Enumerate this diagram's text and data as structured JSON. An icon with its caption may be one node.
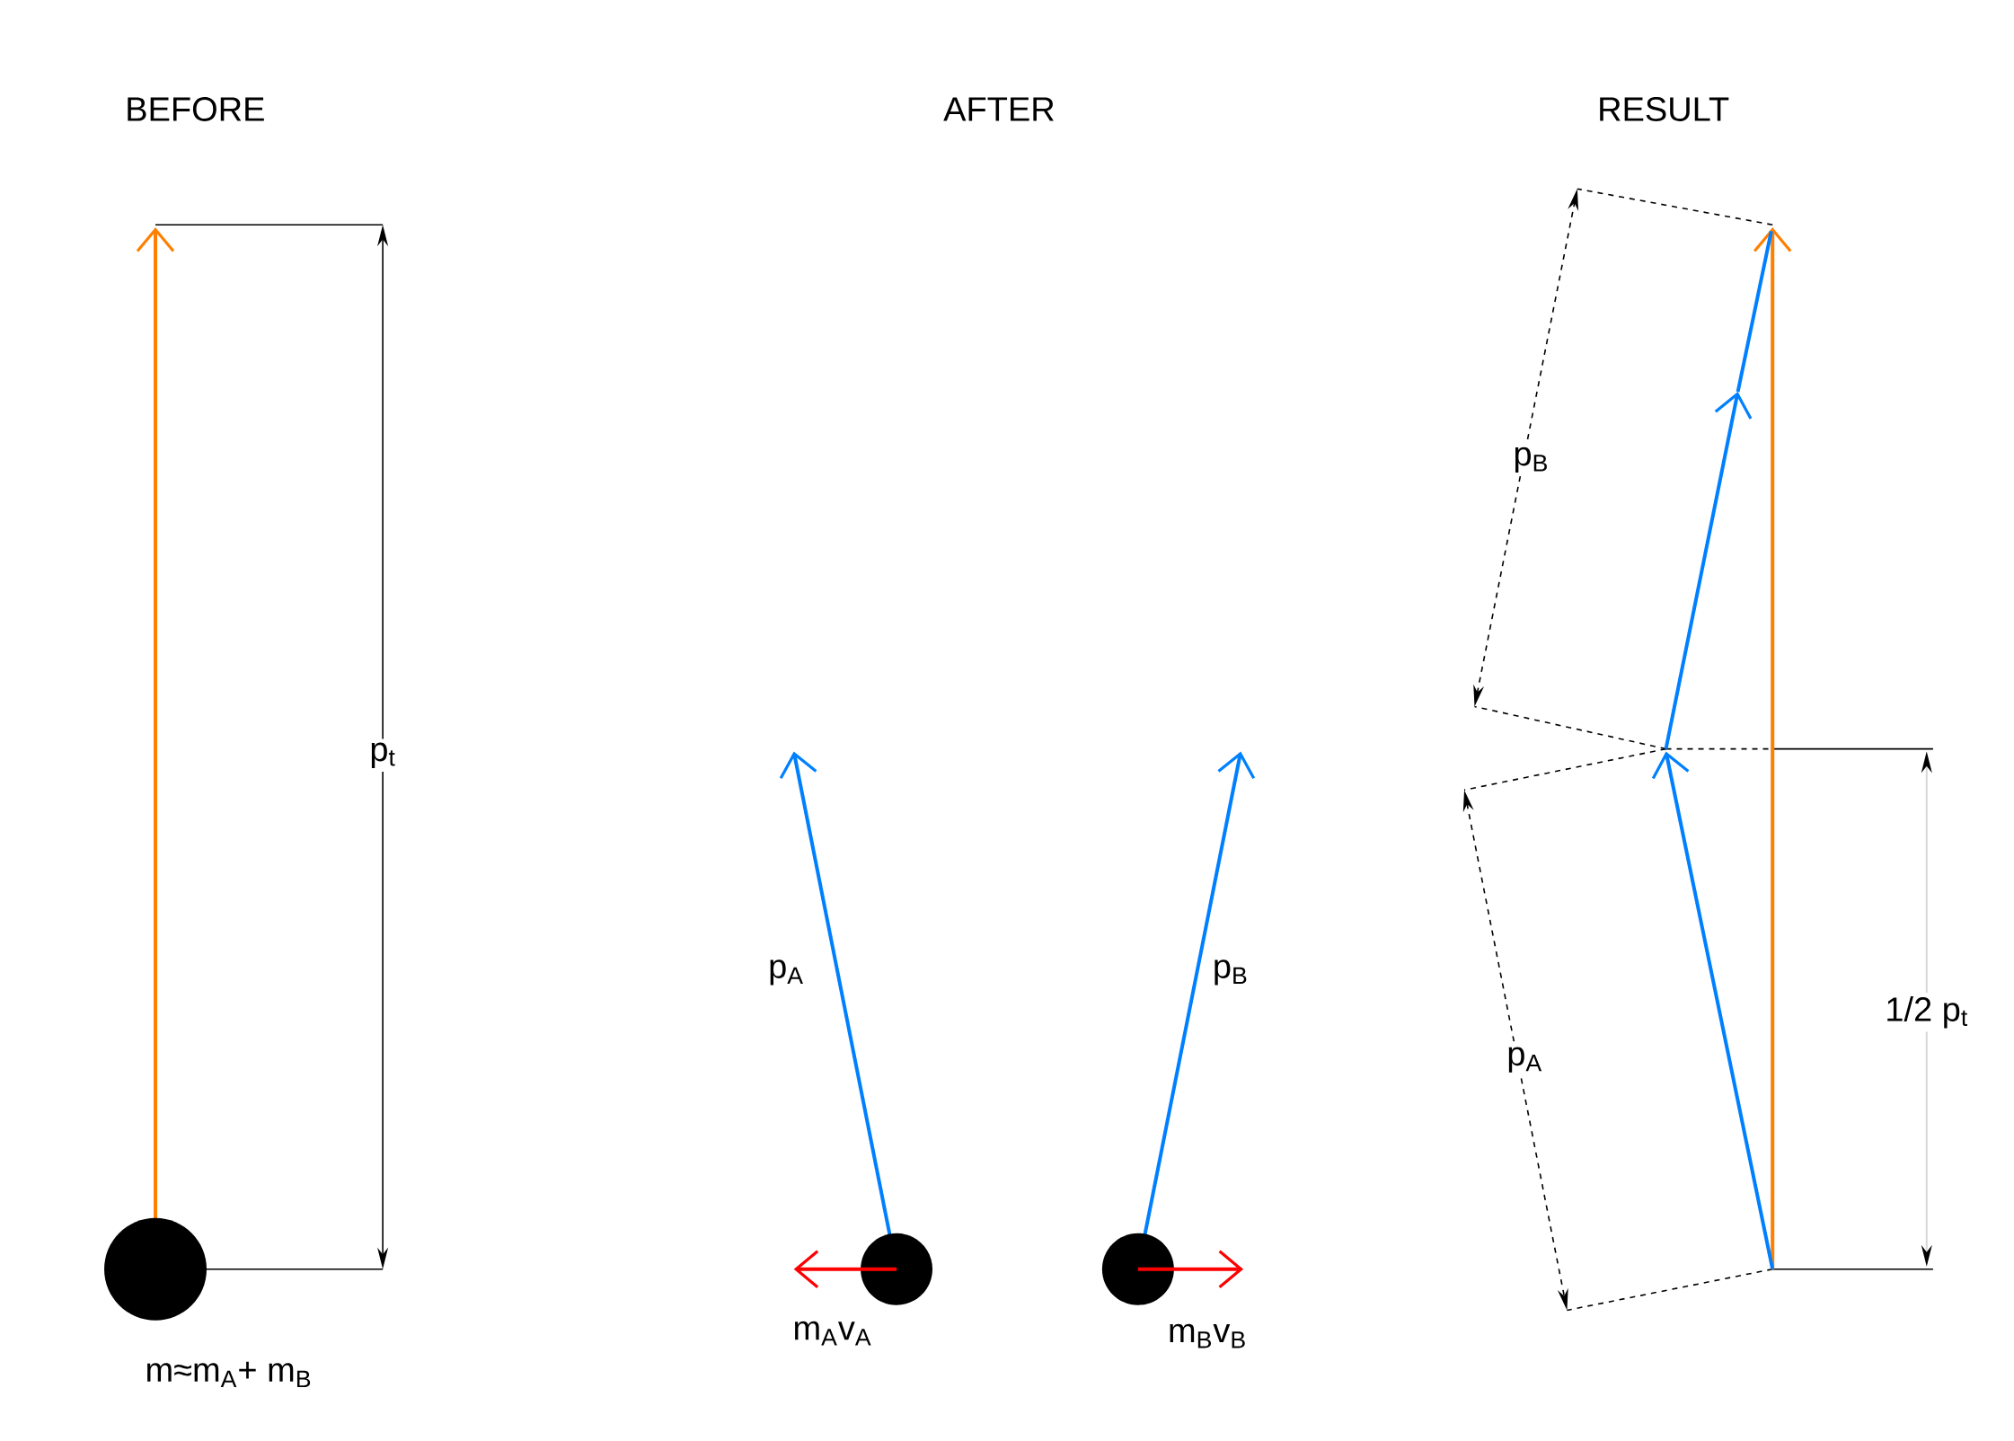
{
  "diagram": {
    "nodes": [
      {
        "text": [],
        "shape": "circle",
        "beside": [
          "m≈m$_{A}$+ m$_{B}$"
        ]
      },
      {
        "text": [],
        "shape": "circle",
        "beside": [
          "m$_{A}$v$_{A}$"
        ]
      },
      {
        "text": [],
        "shape": "circle",
        "beside": [
          "m$_{B}$v$_{B}$"
        ]
      }
    ],
    "labels": [
      "BEFORE",
      "AFTER",
      "RESULT",
      "p$_{B}$",
      "p$_{t}$",
      "p$_{A}$",
      "p$_{B}$",
      "1/2 p$_{t}$",
      "p$_{A}$"
    ]
  }
}
